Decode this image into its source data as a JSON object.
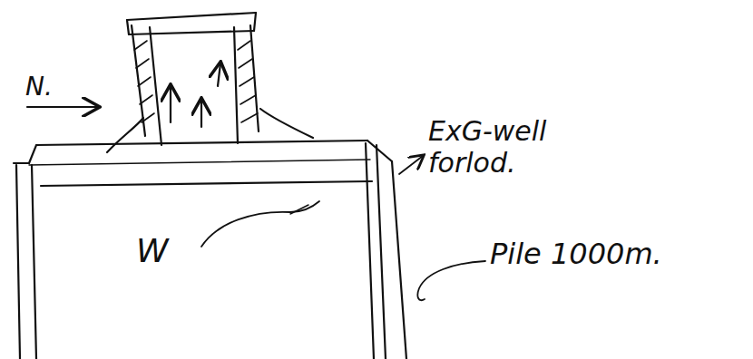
{
  "diagram": {
    "labels": [
      "N.",
      "ExG-well forlod.",
      "W",
      "Pile 1000m."
    ]
  }
}
